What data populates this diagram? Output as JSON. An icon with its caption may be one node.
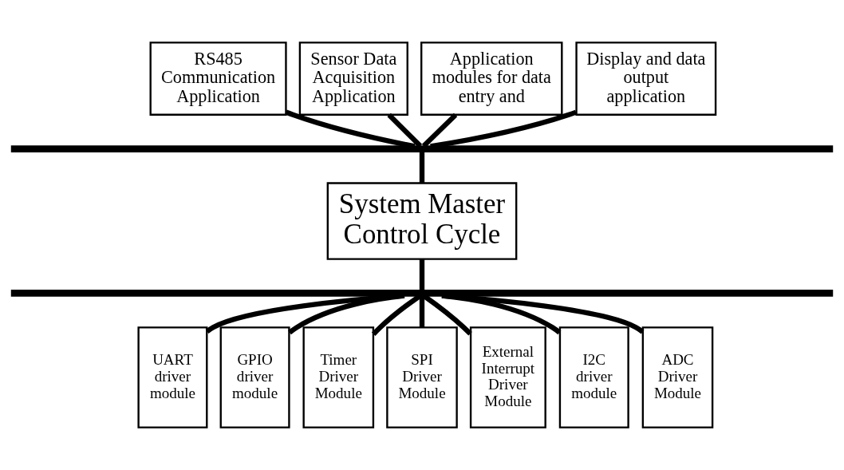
{
  "diagram": {
    "nodes": [
      {
        "text": [
          "RS485 Communication Application"
        ]
      },
      {
        "text": [
          "Sensor Data Acquisition Application"
        ]
      },
      {
        "text": [
          "Application modules for data entry and"
        ]
      },
      {
        "text": [
          "Display and data output application"
        ]
      },
      {
        "text": [],
        "shape": "bar"
      },
      {
        "text": [
          "System Master Control Cycle"
        ]
      },
      {
        "text": [],
        "shape": "bar"
      },
      {
        "text": [
          "UART driver module"
        ]
      },
      {
        "text": [
          "GPIO driver module"
        ]
      },
      {
        "text": [
          "Timer Driver Module"
        ]
      },
      {
        "text": [
          "SPI Driver Module"
        ]
      },
      {
        "text": [
          "External Interrupt Driver Module"
        ]
      },
      {
        "text": [
          "I2C driver module"
        ]
      },
      {
        "text": [
          "ADC Driver Module"
        ]
      }
    ],
    "edges": [
      {
        "from": 0,
        "to": 4,
        "arrow": "none"
      },
      {
        "from": 1,
        "to": 4,
        "arrow": "none"
      },
      {
        "from": 2,
        "to": 4,
        "arrow": "none"
      },
      {
        "from": 3,
        "to": 4,
        "arrow": "none"
      },
      {
        "from": 4,
        "to": 5,
        "arrow": "none"
      },
      {
        "from": 5,
        "to": 6,
        "arrow": "none"
      },
      {
        "from": 6,
        "to": 7,
        "arrow": "none"
      },
      {
        "from": 6,
        "to": 8,
        "arrow": "none"
      },
      {
        "from": 6,
        "to": 9,
        "arrow": "none"
      },
      {
        "from": 6,
        "to": 10,
        "arrow": "none"
      },
      {
        "from": 6,
        "to": 11,
        "arrow": "none"
      },
      {
        "from": 6,
        "to": 12,
        "arrow": "none"
      },
      {
        "from": 6,
        "to": 13,
        "arrow": "none"
      }
    ]
  }
}
